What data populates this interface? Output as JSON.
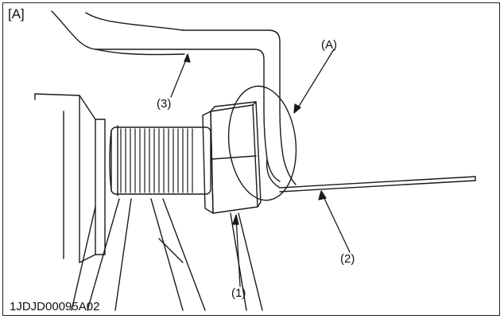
{
  "figure": {
    "panel_label": "[A]",
    "image_code": "1JDJD00095A02",
    "callouts": {
      "c1": "(1)",
      "c2": "(2)",
      "c3": "(3)",
      "cA": "(A)"
    },
    "colors": {
      "line": "#1a1a1a",
      "background": "#ffffff"
    }
  }
}
